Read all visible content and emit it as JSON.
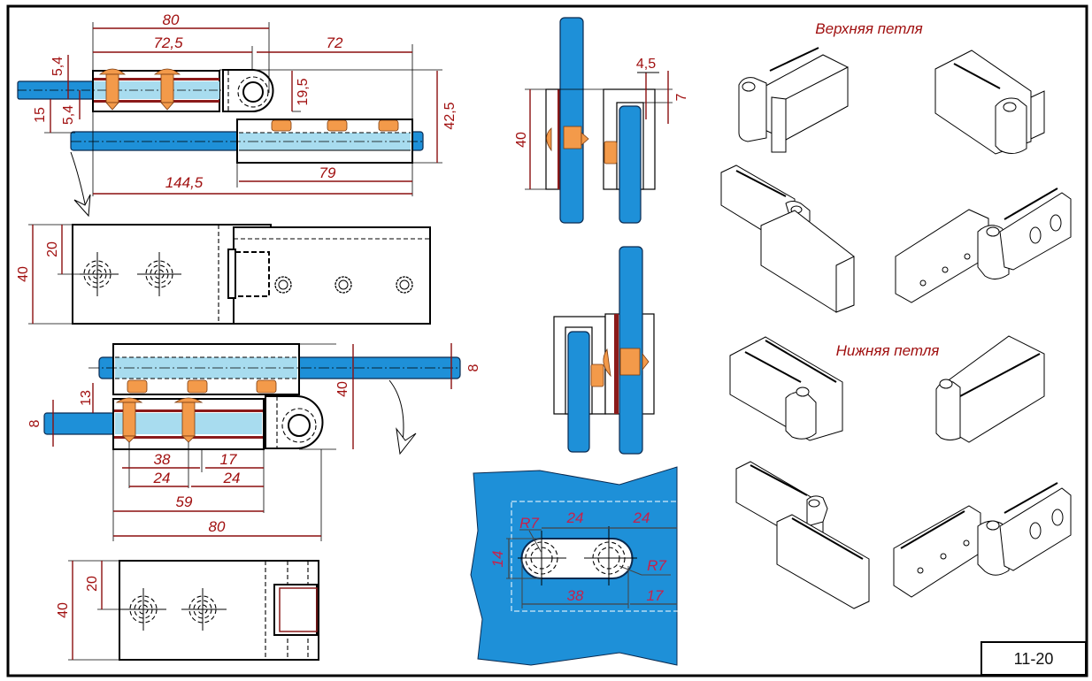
{
  "sheet": {
    "number": "11-20",
    "colors": {
      "glass": "#1e90d8",
      "glass_light": "#a8dcef",
      "screw": "#f39a4a",
      "gasket": "#8b1a1a",
      "dimension": "#a01010",
      "panel_dimension": "#c8204a"
    }
  },
  "top_view_upper": {
    "dims": {
      "d80": "80",
      "d72_5": "72,5",
      "d72": "72",
      "d5_4a": "5,4",
      "d5_4b": "5,4",
      "d15": "15",
      "d19_5": "19,5",
      "d42_5": "42,5",
      "d79": "79",
      "d144_5": "144,5"
    }
  },
  "front_view_upper": {
    "dims": {
      "d40": "40",
      "d20": "20"
    }
  },
  "top_view_lower": {
    "dims": {
      "d13": "13",
      "d8_left": "8",
      "d8_right": "8",
      "d40": "40",
      "d38": "38",
      "d17": "17",
      "d24a": "24",
      "d24b": "24",
      "d59": "59",
      "d80": "80"
    }
  },
  "front_view_lower": {
    "dims": {
      "d40": "40",
      "d20": "20"
    }
  },
  "section_upper": {
    "dims": {
      "d40": "40",
      "d4_5": "4,5",
      "d7": "7"
    }
  },
  "glass_cutout": {
    "dims": {
      "r7a": "R7",
      "r7b": "R7",
      "d24a": "24",
      "d24b": "24",
      "d14": "14",
      "d38": "38",
      "d17": "17"
    }
  },
  "iso_views": {
    "upper_title": "Верхняя петля",
    "lower_title": "Нижняя петля"
  }
}
